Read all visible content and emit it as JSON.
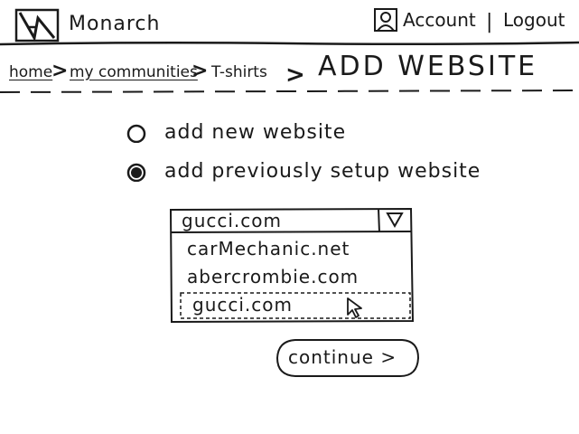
{
  "header": {
    "brand": "Monarch",
    "account_label": "Account",
    "divider": "|",
    "logout_label": "Logout"
  },
  "breadcrumb": {
    "items": [
      "home",
      "my communities",
      "T-shirts"
    ],
    "separator": ">",
    "current": "ADD WEBSITE"
  },
  "options": {
    "new_website": "add new website",
    "previous_website": "add previously setup website",
    "selected": "previous_website"
  },
  "dropdown": {
    "value": "gucci.com",
    "items": [
      "carMechanic.net",
      "abercrombie.com",
      "gucci.com"
    ],
    "highlighted_index": 2
  },
  "actions": {
    "continue_label": "continue >"
  },
  "icons": {
    "logo": "monarch-logo-icon",
    "account": "account-icon",
    "dropdown": "triangle-down-icon",
    "cursor": "mouse-pointer-icon"
  }
}
